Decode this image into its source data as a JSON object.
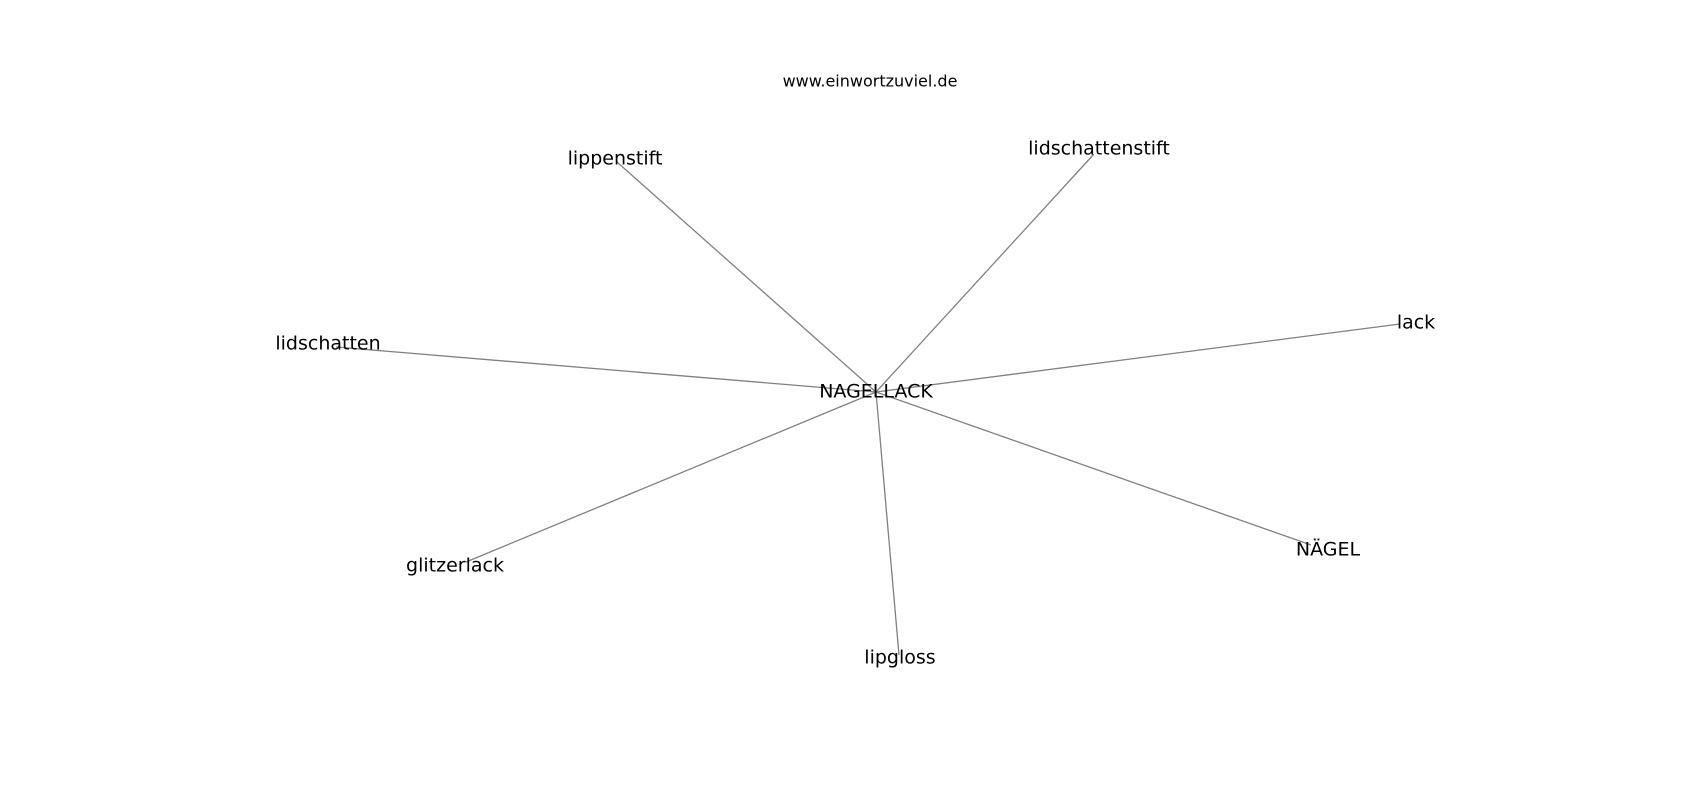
{
  "caption": "www.einwortzuviel.de",
  "graph": {
    "center": "NAGELLACK",
    "neighbors": [
      "lippenstift",
      "lidschattenstift",
      "lack",
      "lidschatten",
      "NÄGEL",
      "glitzerlack",
      "lipgloss"
    ]
  },
  "colors": {
    "edge": "#808080",
    "text": "#000000",
    "background": "#ffffff"
  }
}
